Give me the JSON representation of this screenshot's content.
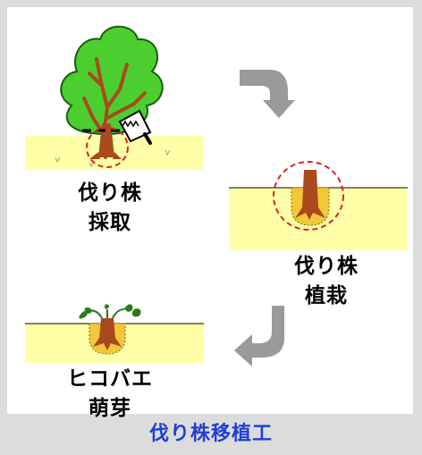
{
  "steps": {
    "step1": {
      "line1": "伐り株",
      "line2": "採取"
    },
    "step2": {
      "line1": "伐り株",
      "line2": "植栽"
    },
    "step3": {
      "line1": "ヒコバエ",
      "line2": "萌芽"
    }
  },
  "caption": "伐り株移植工",
  "colors": {
    "ground": "#ffffa8",
    "foliage": "#4ccf2e",
    "trunk": "#a84a1e",
    "root_ball": "#f2c83a",
    "circle_dash": "#e22020",
    "arrow": "#9a9a9a",
    "caption": "#1f3fd6"
  },
  "icons": [
    "saw-icon",
    "curved-arrow-icon",
    "tree-icon",
    "stump-icon",
    "sprout-icon"
  ]
}
